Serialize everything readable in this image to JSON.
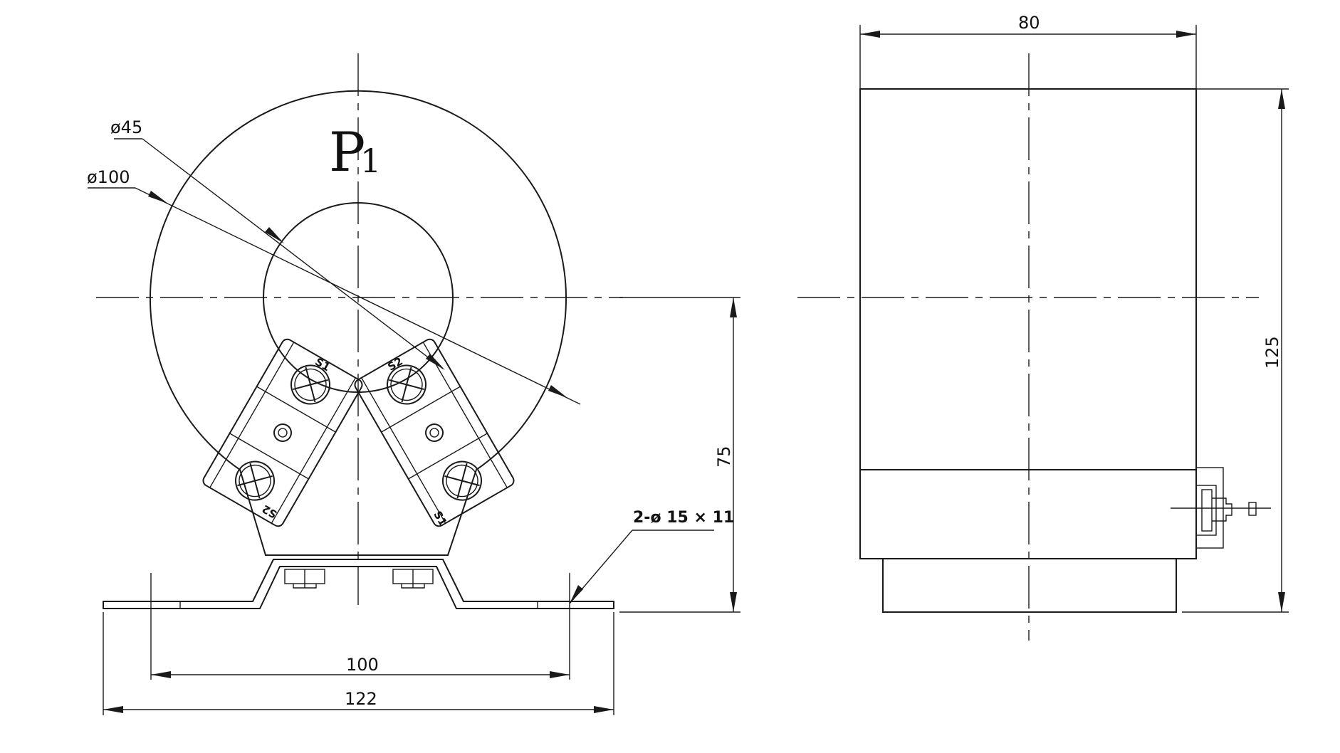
{
  "front_view": {
    "terminal_label": "P",
    "terminal_subscript": "1",
    "dia_inner": "ø45",
    "dia_outer": "ø100",
    "height_to_center": "75",
    "hole_spec": "2-ø 15 × 11",
    "hole_spacing": "100",
    "base_width": "122",
    "secondary_terminals": [
      "S1",
      "S2",
      "S1",
      "S2"
    ]
  },
  "side_view": {
    "depth": "80",
    "overall_height": "125"
  },
  "colors": {
    "line": "#1a1a1a",
    "background": "#ffffff"
  }
}
